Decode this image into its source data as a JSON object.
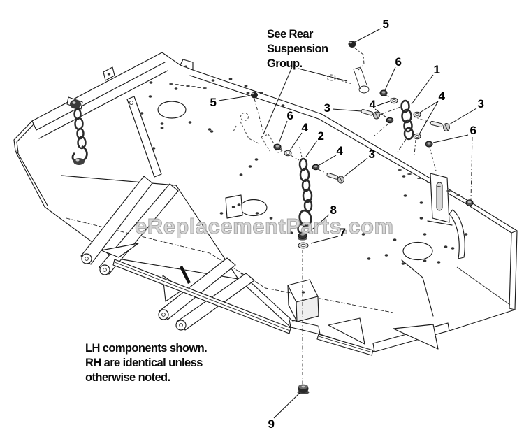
{
  "diagram": {
    "watermark": "eReplacementParts.com",
    "note_rear_suspension": {
      "line1": "See Rear",
      "line2": "Suspension",
      "line3": "Group."
    },
    "note_lh": {
      "line1": "LH components shown.",
      "line2": "RH are identical unless",
      "line3": "otherwise noted."
    },
    "callouts": {
      "c5_top": "5",
      "c6_top": "6",
      "c1": "1",
      "c4_right": "4",
      "c3_far_right": "3",
      "c6_right": "6",
      "c3_mid": "3",
      "c4_mid": "4",
      "c6_center": "6",
      "c4_center": "4",
      "c2": "2",
      "c4_lower": "4",
      "c3_lower": "3",
      "c5_left": "5",
      "c8": "8",
      "c7": "7",
      "c9": "9"
    },
    "colors": {
      "line": "#1c1c1c",
      "text": "#000000",
      "watermark_fill": "#d2d2d2",
      "watermark_stroke": "#9c9c9c",
      "background": "#ffffff"
    }
  }
}
